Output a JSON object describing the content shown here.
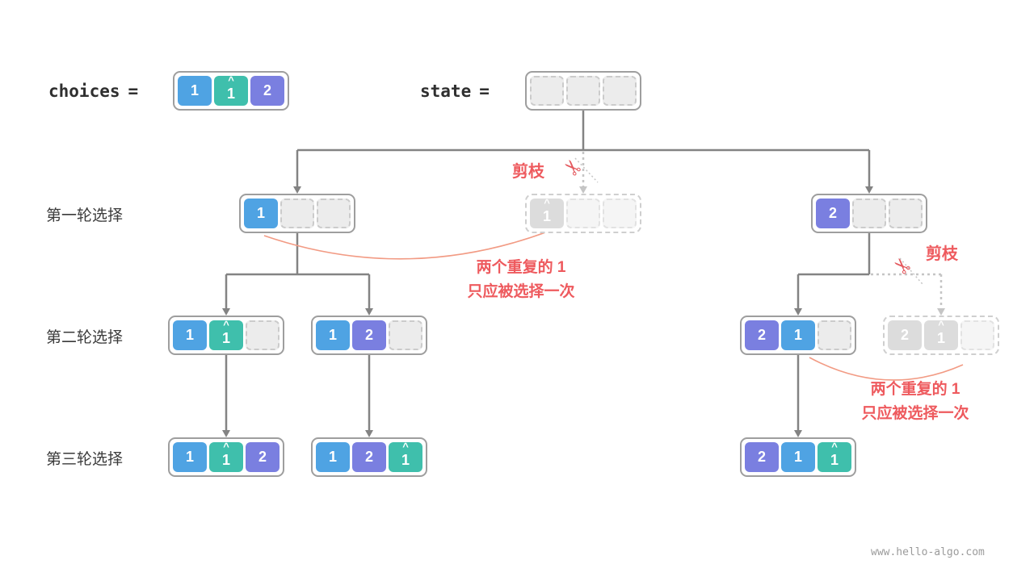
{
  "palette": {
    "blue": "#4FA3E3",
    "teal": "#3FBFAC",
    "purple": "#7A7FE0",
    "red": "#EE5A5E",
    "arrow_gray": "#838383",
    "pruned_gray": "#DCDCDC"
  },
  "header": {
    "choices_label": "choices",
    "choices_eq": "=",
    "state_label": "state",
    "state_eq": "="
  },
  "row_labels": {
    "round1": "第一轮选择",
    "round2": "第二轮选择",
    "round3": "第三轮选择"
  },
  "annotations": {
    "prune1": "剪枝",
    "prune2": "剪枝",
    "dup1_line1": "两个重复的 1",
    "dup1_line2": "只应被选择一次",
    "dup2_line1": "两个重复的 1",
    "dup2_line2": "只应被选择一次"
  },
  "watermark": "www.hello-algo.com",
  "boxes": {
    "choices": {
      "cells": [
        {
          "num": "1"
        },
        {
          "num": "1",
          "hat": "^"
        },
        {
          "num": "2"
        }
      ]
    },
    "state": {
      "cells": [
        {},
        {},
        {}
      ]
    },
    "round1_left": {
      "cells": [
        {
          "num": "1"
        },
        {},
        {}
      ]
    },
    "round1_pruned": {
      "cells": [
        {
          "num": "1",
          "hat": "^"
        },
        {},
        {}
      ]
    },
    "round1_right": {
      "cells": [
        {
          "num": "2"
        },
        {},
        {}
      ]
    },
    "round2_a": {
      "cells": [
        {
          "num": "1"
        },
        {
          "num": "1",
          "hat": "^"
        },
        {}
      ]
    },
    "round2_b": {
      "cells": [
        {
          "num": "1"
        },
        {
          "num": "2"
        },
        {}
      ]
    },
    "round2_c": {
      "cells": [
        {
          "num": "2"
        },
        {
          "num": "1"
        },
        {}
      ]
    },
    "round2_pruned": {
      "cells": [
        {
          "num": "2"
        },
        {
          "num": "1",
          "hat": "^"
        },
        {}
      ]
    },
    "round3_a": {
      "cells": [
        {
          "num": "1"
        },
        {
          "num": "1",
          "hat": "^"
        },
        {
          "num": "2"
        }
      ]
    },
    "round3_b": {
      "cells": [
        {
          "num": "1"
        },
        {
          "num": "2"
        },
        {
          "num": "1",
          "hat": "^"
        }
      ]
    },
    "round3_c": {
      "cells": [
        {
          "num": "2"
        },
        {
          "num": "1"
        },
        {
          "num": "1",
          "hat": "^"
        }
      ]
    }
  }
}
